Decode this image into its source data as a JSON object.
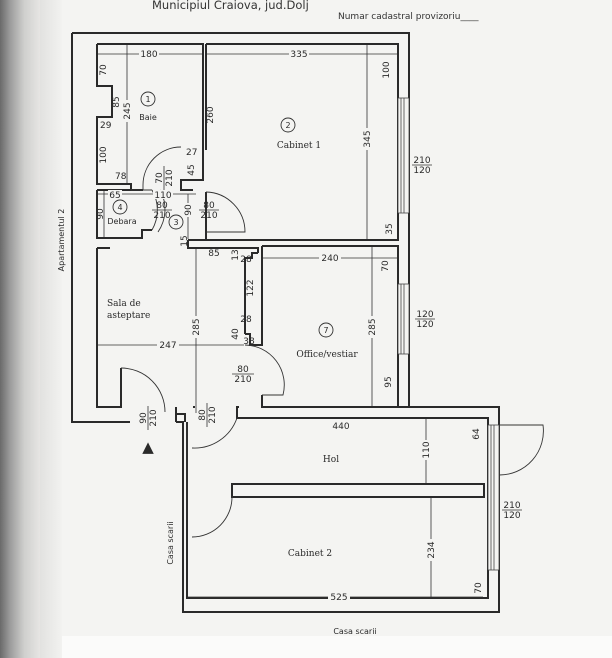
{
  "header": {
    "title": "Municipiul Craiova, jud.Dolj",
    "cadastral": "Numar cadastral provizoriu____"
  },
  "surroundings": {
    "left": "Apartamentul 2",
    "left_bottom": "Casa scarii",
    "bottom": "Casa scarii"
  },
  "rooms": [
    {
      "number": "1",
      "name": "Baie"
    },
    {
      "number": "2",
      "name": "Cabinet 1"
    },
    {
      "number": "3",
      "name": ""
    },
    {
      "number": "4",
      "name": "Debara"
    },
    {
      "number": "7",
      "name": "Office/vestiar"
    },
    {
      "number": "",
      "name": "Sala de",
      "name2": "asteptare"
    },
    {
      "number": "",
      "name": "Hol"
    },
    {
      "number": "",
      "name": "Cabinet 2"
    }
  ],
  "dimensions": {
    "baie_width": "180",
    "baie_70": "70",
    "baie_85": "85",
    "baie_245": "245",
    "baie_29": "29",
    "baie_100": "100",
    "baie_78": "78",
    "baie_27": "27",
    "baie_45": "45",
    "cab1_260": "260",
    "cab1_335": "335",
    "cab1_100": "100",
    "cab1_345": "345",
    "cab1_35": "35",
    "deb_65": "65",
    "deb_110": "110",
    "deb_90": "90",
    "hall_90": "90",
    "hall_15": "15",
    "hall_85": "85",
    "hall_13": "13",
    "off_28a": "28",
    "off_122": "122",
    "off_28b": "28",
    "off_40": "40",
    "off_38": "38",
    "off_240": "240",
    "off_70": "70",
    "off_285": "285",
    "off_95": "95",
    "sala_285": "285",
    "sala_247": "247",
    "hol_440": "440",
    "hol_110": "110",
    "hol_64": "64",
    "cab2_234": "234",
    "cab2_70": "70",
    "cab2_525": "525"
  },
  "doors": {
    "baie_door": {
      "w": "70",
      "h": "210"
    },
    "debara_door": {
      "w": "80",
      "h": "210"
    },
    "cab1_door": {
      "w": "80",
      "h": "210"
    },
    "office_door": {
      "w": "80",
      "h": "210"
    },
    "entry_door": {
      "w": "90",
      "h": "210"
    },
    "hol_door": {
      "w": "80",
      "h": "210"
    }
  },
  "windows": {
    "cab1_window": {
      "h": "210",
      "w": "120"
    },
    "office_window": {
      "h": "120",
      "w": "120"
    },
    "cab2_window": {
      "h": "210",
      "w": "120"
    }
  },
  "north_marker": "▲"
}
